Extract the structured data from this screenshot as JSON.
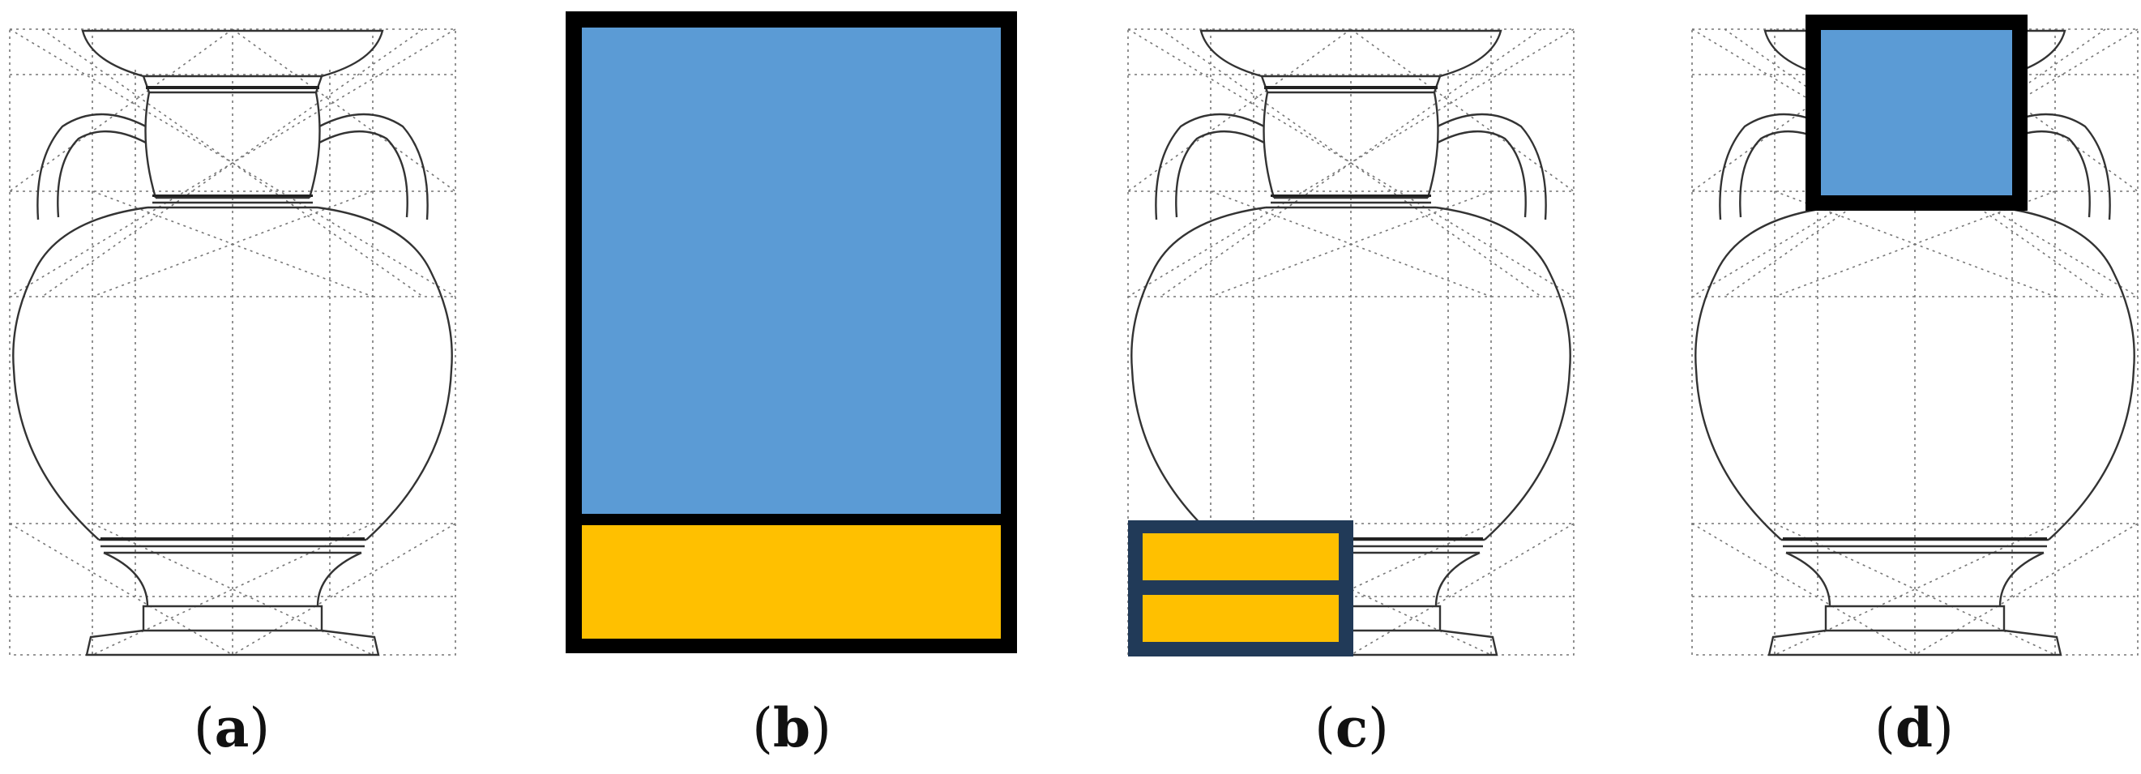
{
  "panels": [
    {
      "id": "a",
      "caption_open": "(",
      "caption_letter": "a",
      "caption_close": ")"
    },
    {
      "id": "b",
      "caption_open": "(",
      "caption_letter": "b",
      "caption_close": ")"
    },
    {
      "id": "c",
      "caption_open": "(",
      "caption_letter": "c",
      "caption_close": ")"
    },
    {
      "id": "d",
      "caption_open": "(",
      "caption_letter": "d",
      "caption_close": ")"
    }
  ],
  "colors": {
    "blue": "#5b9bd5",
    "yellow": "#ffc000",
    "frame_black": "#000000",
    "frame_navy": "#213a58",
    "drawing_line": "#333333",
    "construction_line": "#777777"
  }
}
